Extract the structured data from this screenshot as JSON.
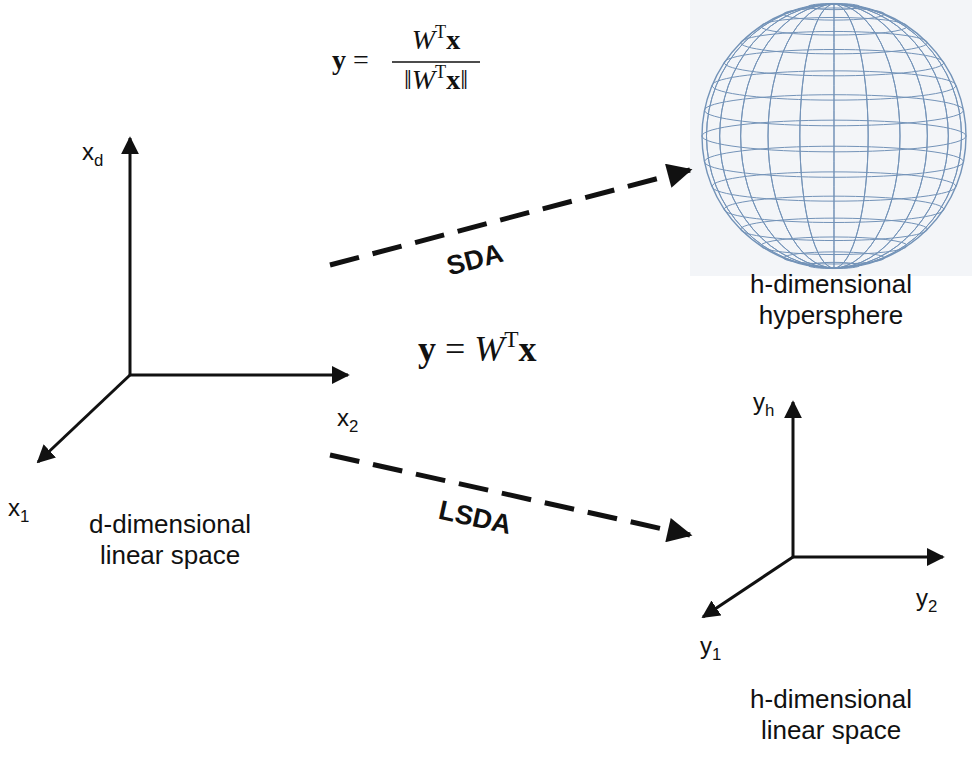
{
  "diagram": {
    "nodes": [
      {
        "text": [
          "d-dimensional linear space"
        ]
      },
      {
        "text": [
          "h-dimensional hypersphere"
        ]
      },
      {
        "text": [
          "h-dimensional linear space"
        ]
      }
    ],
    "edges": [
      {
        "from": 0,
        "to": 1,
        "arrow": "to",
        "label": "SDA"
      },
      {
        "from": 0,
        "to": 2,
        "arrow": "to",
        "label": "LSDA"
      }
    ],
    "labels": [
      "x",
      "d",
      "x",
      "2",
      "x",
      "1",
      "y",
      "h",
      "y",
      "2",
      "y",
      "1",
      "y",
      "=",
      "W",
      "T",
      "x",
      "‖",
      "W",
      "T",
      "x",
      "‖",
      "y",
      "=",
      "W",
      "T",
      "x"
    ]
  }
}
